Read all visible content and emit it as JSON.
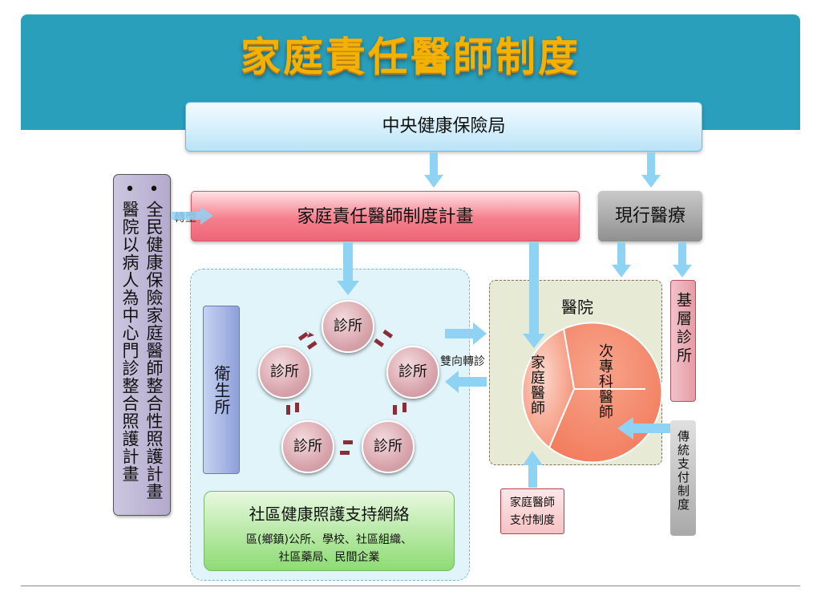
{
  "title": "家庭責任醫師制度",
  "central_bureau": "中央健康保險局",
  "plan": "家庭責任醫師制度計畫",
  "current_care": "現行醫療",
  "transition_label": "轉型",
  "left_bullet": "•",
  "left_items": [
    "全民健康保險家庭醫師整合性照護計畫",
    "醫院以病人為中心門診整合照護計畫"
  ],
  "health_station": "衛生所",
  "clinic_label": "診所",
  "community_network": {
    "title": "社區健康照護支持網絡",
    "line1": "區(鄉鎮)公所、學校、社區組織、",
    "line2": "社區藥局、民間企業"
  },
  "referral_label": "雙向轉診",
  "hospital": "醫院",
  "family_doctor": "家庭醫師",
  "specialist": "次專科醫師",
  "basic_clinic": "基層診所",
  "traditional_payment": "傳統支付制度",
  "family_payment": {
    "line1": "家庭醫師",
    "line2": "支付制度"
  },
  "colors": {
    "header": "#2a9fbc",
    "title_gold": "#f3b200",
    "arrow_blue": "#8fd3f4",
    "clinic_arrow": "#8b2d36",
    "plan_red": "#f57f8d",
    "specialist_orange": "#f58e70"
  }
}
